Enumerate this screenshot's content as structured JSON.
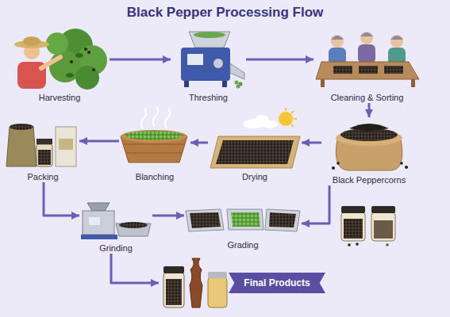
{
  "diagram": {
    "title": "Black Pepper Processing Flow",
    "nodes": [
      {
        "text": [
          "Harvesting"
        ]
      },
      {
        "text": [
          "Threshing"
        ]
      },
      {
        "text": [
          "Cleaning & Sorting"
        ]
      },
      {
        "text": [
          "Black Peppercorns"
        ]
      },
      {
        "text": [
          "Drying"
        ]
      },
      {
        "text": [
          "Blanching"
        ]
      },
      {
        "text": [
          "Packing"
        ]
      },
      {
        "text": [
          "Grinding"
        ]
      },
      {
        "text": [
          "Grading"
        ]
      },
      {
        "text": [
          "Final Products"
        ]
      }
    ],
    "edges": [
      {
        "from": 0,
        "to": 1,
        "arrow": "to"
      },
      {
        "from": 1,
        "to": 2,
        "arrow": "to"
      },
      {
        "from": 2,
        "to": 3,
        "arrow": "to"
      },
      {
        "from": 3,
        "to": 4,
        "arrow": "to"
      },
      {
        "from": 4,
        "to": 5,
        "arrow": "to"
      },
      {
        "from": 5,
        "to": 6,
        "arrow": "to"
      },
      {
        "from": 6,
        "to": 7,
        "arrow": "to"
      },
      {
        "from": 7,
        "to": 8,
        "arrow": "to"
      },
      {
        "from": 3,
        "to": 8,
        "arrow": "to"
      },
      {
        "from": 7,
        "to": 9,
        "arrow": "to"
      }
    ]
  }
}
